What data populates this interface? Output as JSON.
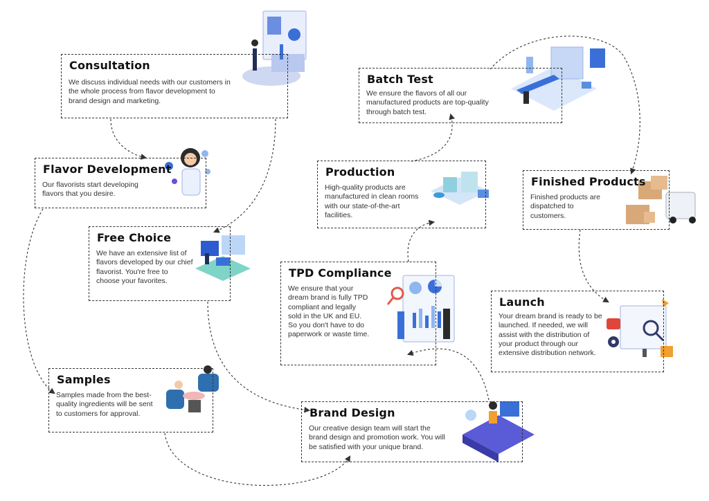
{
  "steps": {
    "consultation": {
      "title": "Consultation",
      "text": "We discuss individual needs with our customers in the whole process from flavor development to brand design and marketing."
    },
    "flavor_development": {
      "title": "Flavor Development",
      "text": "Our flavorists start developing flavors that you desire."
    },
    "free_choice": {
      "title": "Free Choice",
      "text": "We have an extensive list of flavors developed by our chief flavorist. You're free to choose your favorites."
    },
    "samples": {
      "title": "Samples",
      "text": "Samples made from the best-quality ingredients will be sent to customers for approval."
    },
    "brand_design": {
      "title": "Brand Design",
      "text": "Our creative design team will start the brand design and promotion work. You will be satisfied with your unique brand."
    },
    "tpd_compliance": {
      "title": "TPD Compliance",
      "text": "We ensure that your dream brand is fully TPD compliant and legally sold in the UK and EU. So you don't have to do paperwork or waste time."
    },
    "production": {
      "title": "Production",
      "text": "High-quality products are manufactured in clean rooms with our state-of-the-art facilities."
    },
    "batch_test": {
      "title": "Batch Test",
      "text": "We ensure the flavors of all our manufactured products are top-quality through batch test."
    },
    "finished_products": {
      "title": "Finished Products",
      "text": "Finished products are dispatched to customers."
    },
    "launch": {
      "title": "Launch",
      "text": "Your dream brand is ready to be launched. If needed, we will assist with the distribution of your product through our extensive distribution network."
    }
  },
  "colors": {
    "accent_blue": "#3a6fd8",
    "light_blue": "#8fb6f0",
    "purple": "#6b4fd6",
    "orange": "#f0a030",
    "box_border": "#333333"
  }
}
